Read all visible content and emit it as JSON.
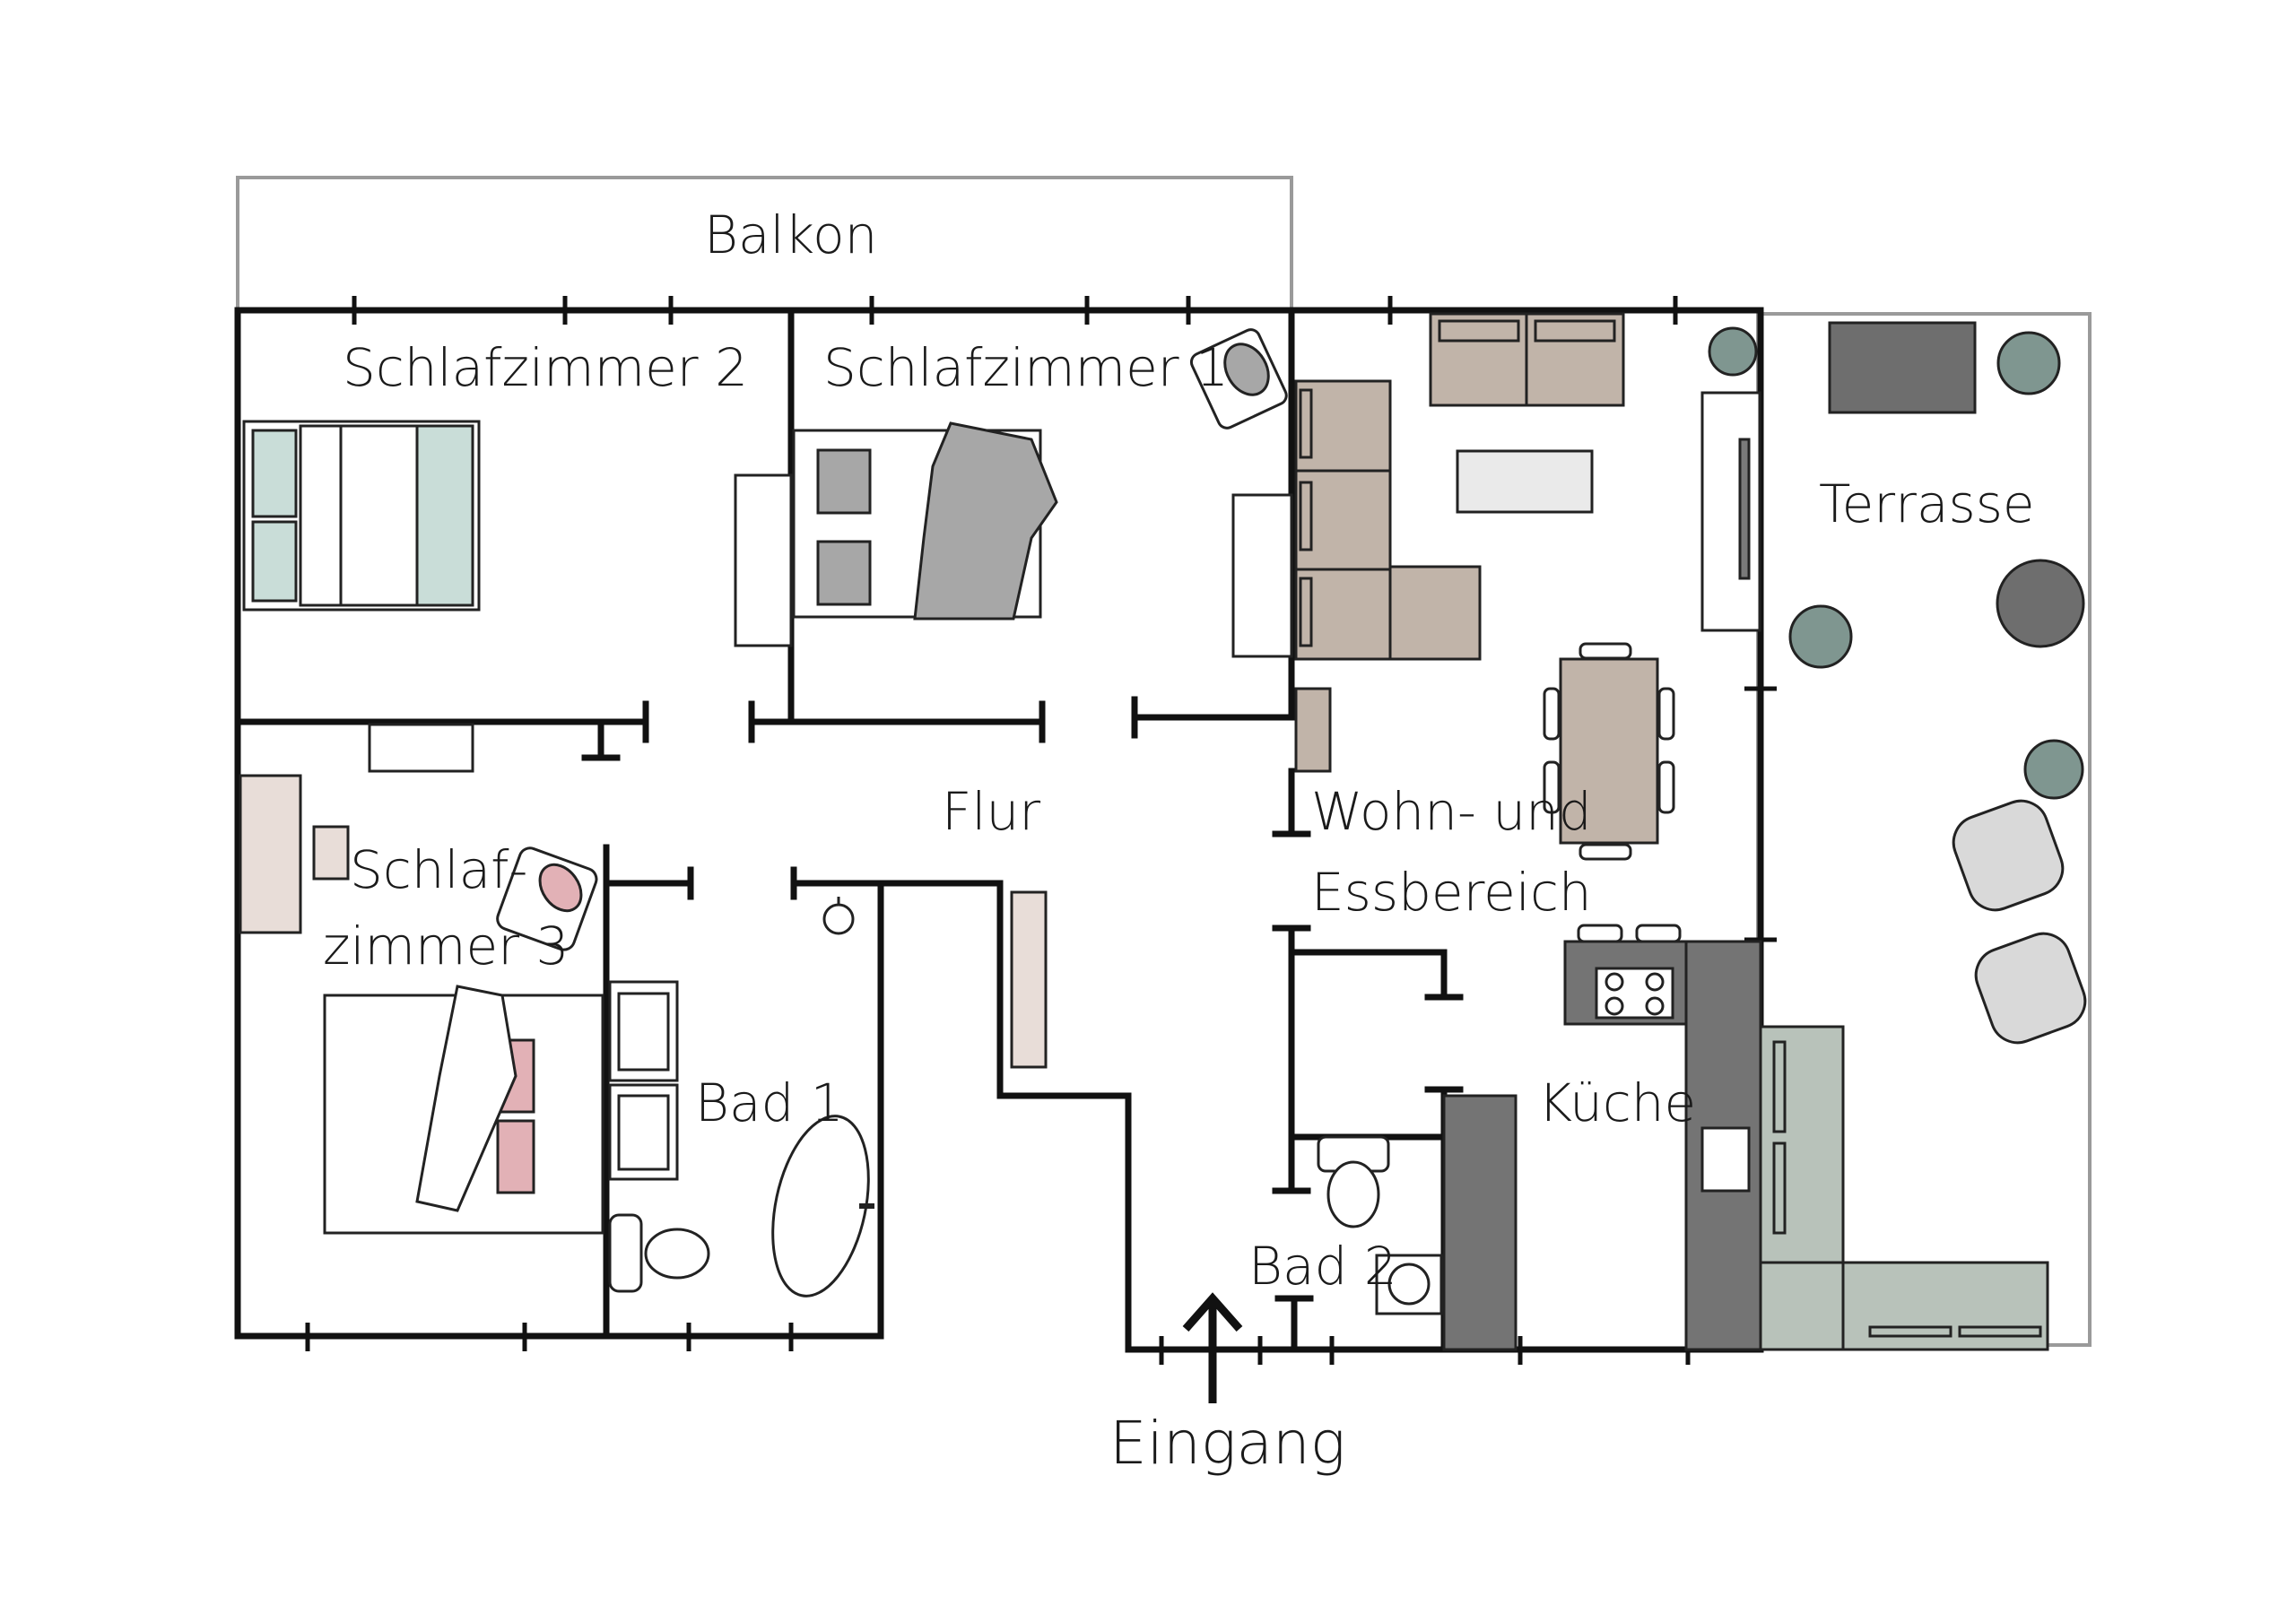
{
  "plan": {
    "rooms": {
      "balkon": "Balkon",
      "schlafzimmer2": "Schlafzimmer 2",
      "schlafzimmer1": "Schlafzimmer 1",
      "schlafzimmer3_line1": "Schlaf-",
      "schlafzimmer3_line2": "zimmer 3",
      "flur": "Flur",
      "wohn_line1": "Wohn- und",
      "wohn_line2": "Essbereich",
      "terrasse": "Terrasse",
      "bad1": "Bad 1",
      "bad2": "Bad 2",
      "kueche": "Küche",
      "eingang": "Eingang"
    },
    "colors": {
      "wall": "#111111",
      "outdoor_line": "#9a9a9a",
      "sofa": "#c1b4a9",
      "dark_grey": "#6e6e6e",
      "kitchen": "#747474",
      "sage": "#b8c2ba",
      "mint_pillow": "#c9ddd8",
      "pink_pillow": "#e2b1b6",
      "blanket_grey": "#a7a7a7",
      "rug_beige": "#e8ddd8",
      "plant": "#7f9690"
    }
  }
}
